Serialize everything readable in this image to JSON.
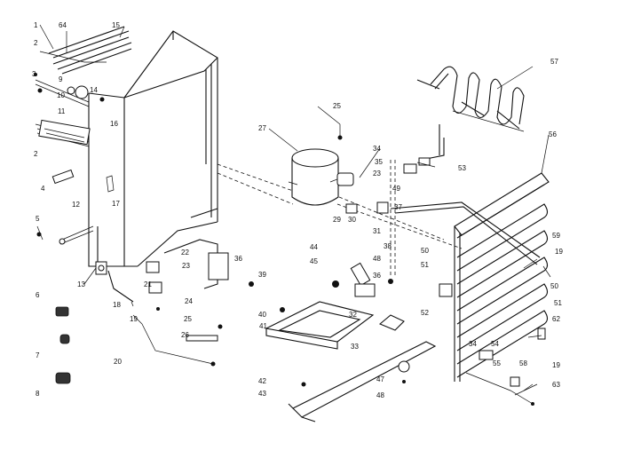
{
  "colors": {
    "ink": "#111111",
    "paper": "#ffffff"
  },
  "callouts": [
    {
      "id": "c1",
      "text": "1"
    },
    {
      "id": "c2a",
      "text": "2"
    },
    {
      "id": "c2b",
      "text": "2"
    },
    {
      "id": "c3",
      "text": "3"
    },
    {
      "id": "c4",
      "text": "4"
    },
    {
      "id": "c5",
      "text": "5"
    },
    {
      "id": "c6",
      "text": "6"
    },
    {
      "id": "c7",
      "text": "7"
    },
    {
      "id": "c8",
      "text": "8"
    },
    {
      "id": "c9",
      "text": "9"
    },
    {
      "id": "c10",
      "text": "10"
    },
    {
      "id": "c11",
      "text": "11"
    },
    {
      "id": "c12",
      "text": "12"
    },
    {
      "id": "c13",
      "text": "13"
    },
    {
      "id": "c14",
      "text": "14"
    },
    {
      "id": "c15",
      "text": "15"
    },
    {
      "id": "c16",
      "text": "16"
    },
    {
      "id": "c17",
      "text": "17"
    },
    {
      "id": "c18",
      "text": "18"
    },
    {
      "id": "c19",
      "text": "19"
    },
    {
      "id": "c20",
      "text": "20"
    },
    {
      "id": "c21",
      "text": "21"
    },
    {
      "id": "c22",
      "text": "22"
    },
    {
      "id": "c23a",
      "text": "23"
    },
    {
      "id": "c23b",
      "text": "23"
    },
    {
      "id": "c24",
      "text": "24"
    },
    {
      "id": "c25a",
      "text": "25"
    },
    {
      "id": "c25b",
      "text": "25"
    },
    {
      "id": "c26",
      "text": "26"
    },
    {
      "id": "c27",
      "text": "27"
    },
    {
      "id": "c29",
      "text": "29"
    },
    {
      "id": "c30",
      "text": "30"
    },
    {
      "id": "c31",
      "text": "31"
    },
    {
      "id": "c32",
      "text": "32"
    },
    {
      "id": "c33",
      "text": "33"
    },
    {
      "id": "c34a",
      "text": "34"
    },
    {
      "id": "c34b",
      "text": "34"
    },
    {
      "id": "c35",
      "text": "35"
    },
    {
      "id": "c36a",
      "text": "36"
    },
    {
      "id": "c36b",
      "text": "36"
    },
    {
      "id": "c37",
      "text": "37"
    },
    {
      "id": "c38",
      "text": "38"
    },
    {
      "id": "c39",
      "text": "39"
    },
    {
      "id": "c40",
      "text": "40"
    },
    {
      "id": "c41",
      "text": "41"
    },
    {
      "id": "c42",
      "text": "42"
    },
    {
      "id": "c43",
      "text": "43"
    },
    {
      "id": "c44",
      "text": "44"
    },
    {
      "id": "c45",
      "text": "45"
    },
    {
      "id": "c47",
      "text": "47"
    },
    {
      "id": "c48a",
      "text": "48"
    },
    {
      "id": "c48b",
      "text": "48"
    },
    {
      "id": "c49",
      "text": "49"
    },
    {
      "id": "c50a",
      "text": "50"
    },
    {
      "id": "c50b",
      "text": "50"
    },
    {
      "id": "c51a",
      "text": "51"
    },
    {
      "id": "c51b",
      "text": "51"
    },
    {
      "id": "c52",
      "text": "52"
    },
    {
      "id": "c53",
      "text": "53"
    },
    {
      "id": "c54",
      "text": "54"
    },
    {
      "id": "c55",
      "text": "55"
    },
    {
      "id": "c56",
      "text": "56"
    },
    {
      "id": "c57",
      "text": "57"
    },
    {
      "id": "c58",
      "text": "58"
    },
    {
      "id": "c59",
      "text": "59"
    },
    {
      "id": "c62",
      "text": "62"
    },
    {
      "id": "c63",
      "text": "63"
    },
    {
      "id": "c64",
      "text": "64"
    },
    {
      "id": "c19b",
      "text": "19"
    },
    {
      "id": "c19c",
      "text": "19"
    }
  ]
}
